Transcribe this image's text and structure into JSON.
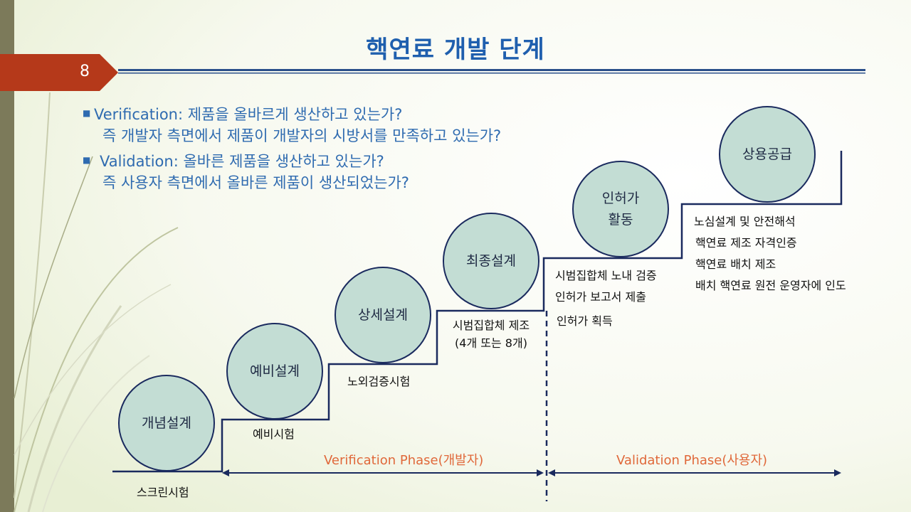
{
  "slide": {
    "title": "핵연료 개발 단계",
    "number": "8"
  },
  "bullets": [
    {
      "line1": "Verification: 제품을 올바르게 생산하고 있는가?",
      "line2": "즉 개발자 측면에서 제품이 개발자의 시방서를 만족하고 있는가?"
    },
    {
      "line1": "Validation: 올바른 제품을 생산하고 있는가?",
      "line2": "즉 사용자 측면에서 올바른 제품이 생산되었는가?"
    }
  ],
  "stages": [
    {
      "name": "개념설계"
    },
    {
      "name": "예비설계"
    },
    {
      "name": "상세설계"
    },
    {
      "name": "최종설계"
    },
    {
      "name_line1": "인허가",
      "name_line2": "활동"
    },
    {
      "name": "상용공급"
    }
  ],
  "step_labels": {
    "screening": "스크린시험",
    "prelim_test": "예비시험",
    "outpile_test": "노외검증시험",
    "lead_assembly_line1": "시범집합체 제조",
    "lead_assembly_line2": "(4개 또는 8개)",
    "licensing": [
      "시범집합체 노내 검증",
      "인허가 보고서 제출",
      "인허가 획득"
    ],
    "commercial": [
      "노심설계 및 안전해석",
      "핵연료 제조 자격인증",
      "핵연료 배치 제조",
      "배치 핵연료 원전 운영자에 인도"
    ]
  },
  "phases": {
    "verification": "Verification Phase(개발자)",
    "validation": "Validation Phase(사용자)"
  },
  "colors": {
    "title": "#1f5fae",
    "bullet_text": "#2f6bb0",
    "circle_fill": "#c3ddd4",
    "circle_border": "#1a2a5e",
    "step_line": "#1a2a5e",
    "phase_text": "#e0683a",
    "slide_number_tab": "#b5391a",
    "header_rule": "#2a4f8a"
  }
}
